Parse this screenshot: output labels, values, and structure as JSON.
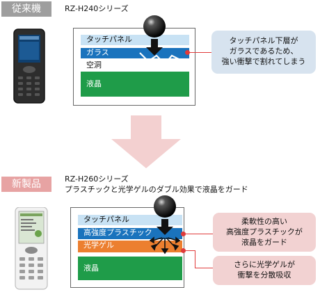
{
  "old_section": {
    "tag": "従来機",
    "model": "RZ-H240シリーズ",
    "layers": [
      "タッチパネル",
      "ガラス",
      "空洞",
      "液晶"
    ],
    "callout_lines": [
      "タッチパネル下層が",
      "ガラスであるため、",
      "強い衝撃で割れてしまう"
    ]
  },
  "new_section": {
    "tag": "新製品",
    "model": "RZ-H260シリーズ",
    "subtitle": "プラスチックと光学ゲルのダブル効果で液晶をガード",
    "layers": [
      "タッチパネル",
      "高強度プラスチック",
      "光学ゲル",
      "液晶"
    ],
    "callout1_lines": [
      "柔軟性の高い",
      "高強度プラスチックが",
      "液晶をガード"
    ],
    "callout2_lines": [
      "さらに光学ゲルが",
      "衝撃を分散吸収"
    ]
  },
  "colors": {
    "old_tag": "#9e9e9e",
    "new_tag": "#e7a3a3",
    "touch_panel": "#c8e2f4",
    "glass": "#1a73bd",
    "plastic": "#1a73bd",
    "gel": "#ec7f2f",
    "lcd": "#1f9c49",
    "arrow": "#f3d0d0",
    "callout_blue": "#d7e3ef",
    "callout_pink": "#f2d2d2",
    "pointer": "#e03a3a"
  }
}
